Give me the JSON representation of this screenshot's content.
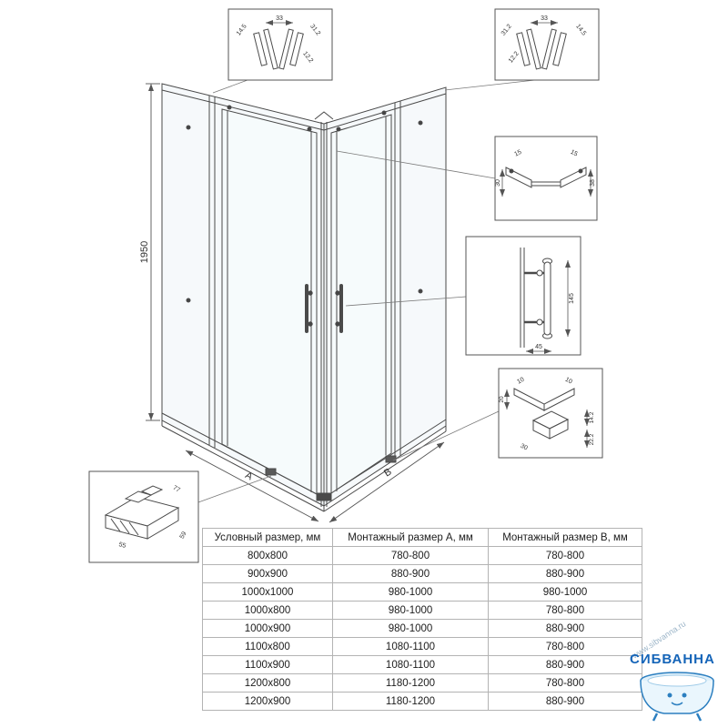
{
  "drawing": {
    "height_dim": "1950",
    "dim_a": "A",
    "dim_b": "B"
  },
  "details": {
    "top_left": {
      "dims": [
        "14.5",
        "33",
        "31.2",
        "12.2"
      ]
    },
    "top_right": {
      "dims": [
        "31.2",
        "33",
        "14.5",
        "12.2"
      ]
    },
    "wall_profile": {
      "dims": [
        "15",
        "15",
        "38",
        "30"
      ]
    },
    "handle": {
      "dims": [
        "145",
        "45"
      ]
    },
    "bottom_corner": {
      "dims": [
        "10",
        "10",
        "20",
        "14.2",
        "22.2",
        "30"
      ]
    },
    "bottom_rail": {
      "dims": [
        "77",
        "55",
        "59"
      ]
    }
  },
  "table": {
    "headers": [
      "Условный размер, мм",
      "Монтажный размер A, мм",
      "Монтажный размер B, мм"
    ],
    "rows": [
      [
        "800x800",
        "780-800",
        "780-800"
      ],
      [
        "900x900",
        "880-900",
        "880-900"
      ],
      [
        "1000x1000",
        "980-1000",
        "980-1000"
      ],
      [
        "1000x800",
        "980-1000",
        "780-800"
      ],
      [
        "1000x900",
        "980-1000",
        "880-900"
      ],
      [
        "1100x800",
        "1080-1100",
        "780-800"
      ],
      [
        "1100x900",
        "1080-1100",
        "880-900"
      ],
      [
        "1200x800",
        "1180-1200",
        "780-800"
      ],
      [
        "1200x900",
        "1180-1200",
        "880-900"
      ]
    ]
  },
  "logo": {
    "title": "СИБВАННА",
    "watermark": "www.sibvanna.ru",
    "brand_color": "#1464b8",
    "tub_color": "#2c7fc0"
  }
}
